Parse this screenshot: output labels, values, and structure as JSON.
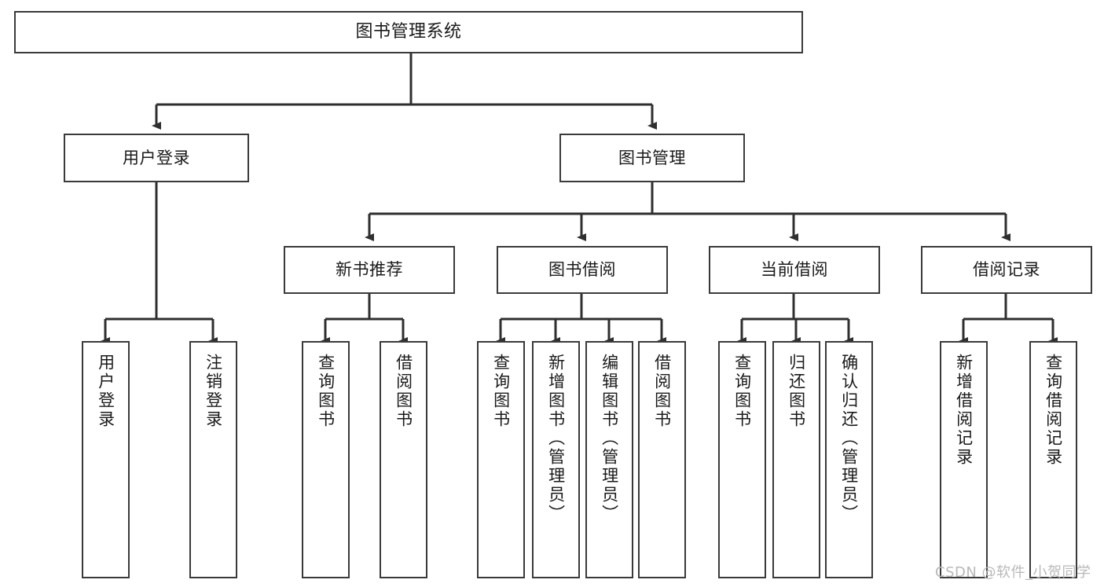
{
  "diagram": {
    "title": "图书管理系统",
    "type": "hierarchy-tree",
    "watermark": "CSDN @软件_小贺同学",
    "colors": {
      "box_border": "#3a3a3a",
      "box_fill": "#ffffff",
      "edge": "#2f2f2f",
      "text": "#1a1a1a",
      "watermark": "#b9b9b9"
    },
    "nodes": {
      "root": {
        "label": "图书管理系统"
      },
      "level2": [
        {
          "id": "user-login",
          "label": "用户登录"
        },
        {
          "id": "book-manage",
          "label": "图书管理"
        }
      ],
      "level3": [
        {
          "id": "new-book-recommend",
          "label": "新书推荐"
        },
        {
          "id": "book-borrow",
          "label": "图书借阅"
        },
        {
          "id": "current-borrow",
          "label": "当前借阅"
        },
        {
          "id": "borrow-record",
          "label": "借阅记录"
        }
      ],
      "leaves": {
        "user_login": [
          {
            "id": "leaf-user-login",
            "label": "用户登录"
          },
          {
            "id": "leaf-user-logout",
            "label": "注销登录"
          }
        ],
        "new_book_recommend": [
          {
            "id": "leaf-query-book-1",
            "label": "查询图书"
          },
          {
            "id": "leaf-borrow-book-1",
            "label": "借阅图书"
          }
        ],
        "book_borrow": [
          {
            "id": "leaf-query-book-2",
            "label": "查询图书"
          },
          {
            "id": "leaf-add-book",
            "label": "新增图书（管理员）"
          },
          {
            "id": "leaf-edit-book",
            "label": "编辑图书（管理员）"
          },
          {
            "id": "leaf-borrow-book-2",
            "label": "借阅图书"
          }
        ],
        "current_borrow": [
          {
            "id": "leaf-query-book-3",
            "label": "查询图书"
          },
          {
            "id": "leaf-return-book",
            "label": "归还图书"
          },
          {
            "id": "leaf-confirm-return",
            "label": "确认归还（管理员）"
          }
        ],
        "borrow_record": [
          {
            "id": "leaf-add-record",
            "label": "新增借阅记录"
          },
          {
            "id": "leaf-query-record",
            "label": "查询借阅记录"
          }
        ]
      }
    }
  }
}
